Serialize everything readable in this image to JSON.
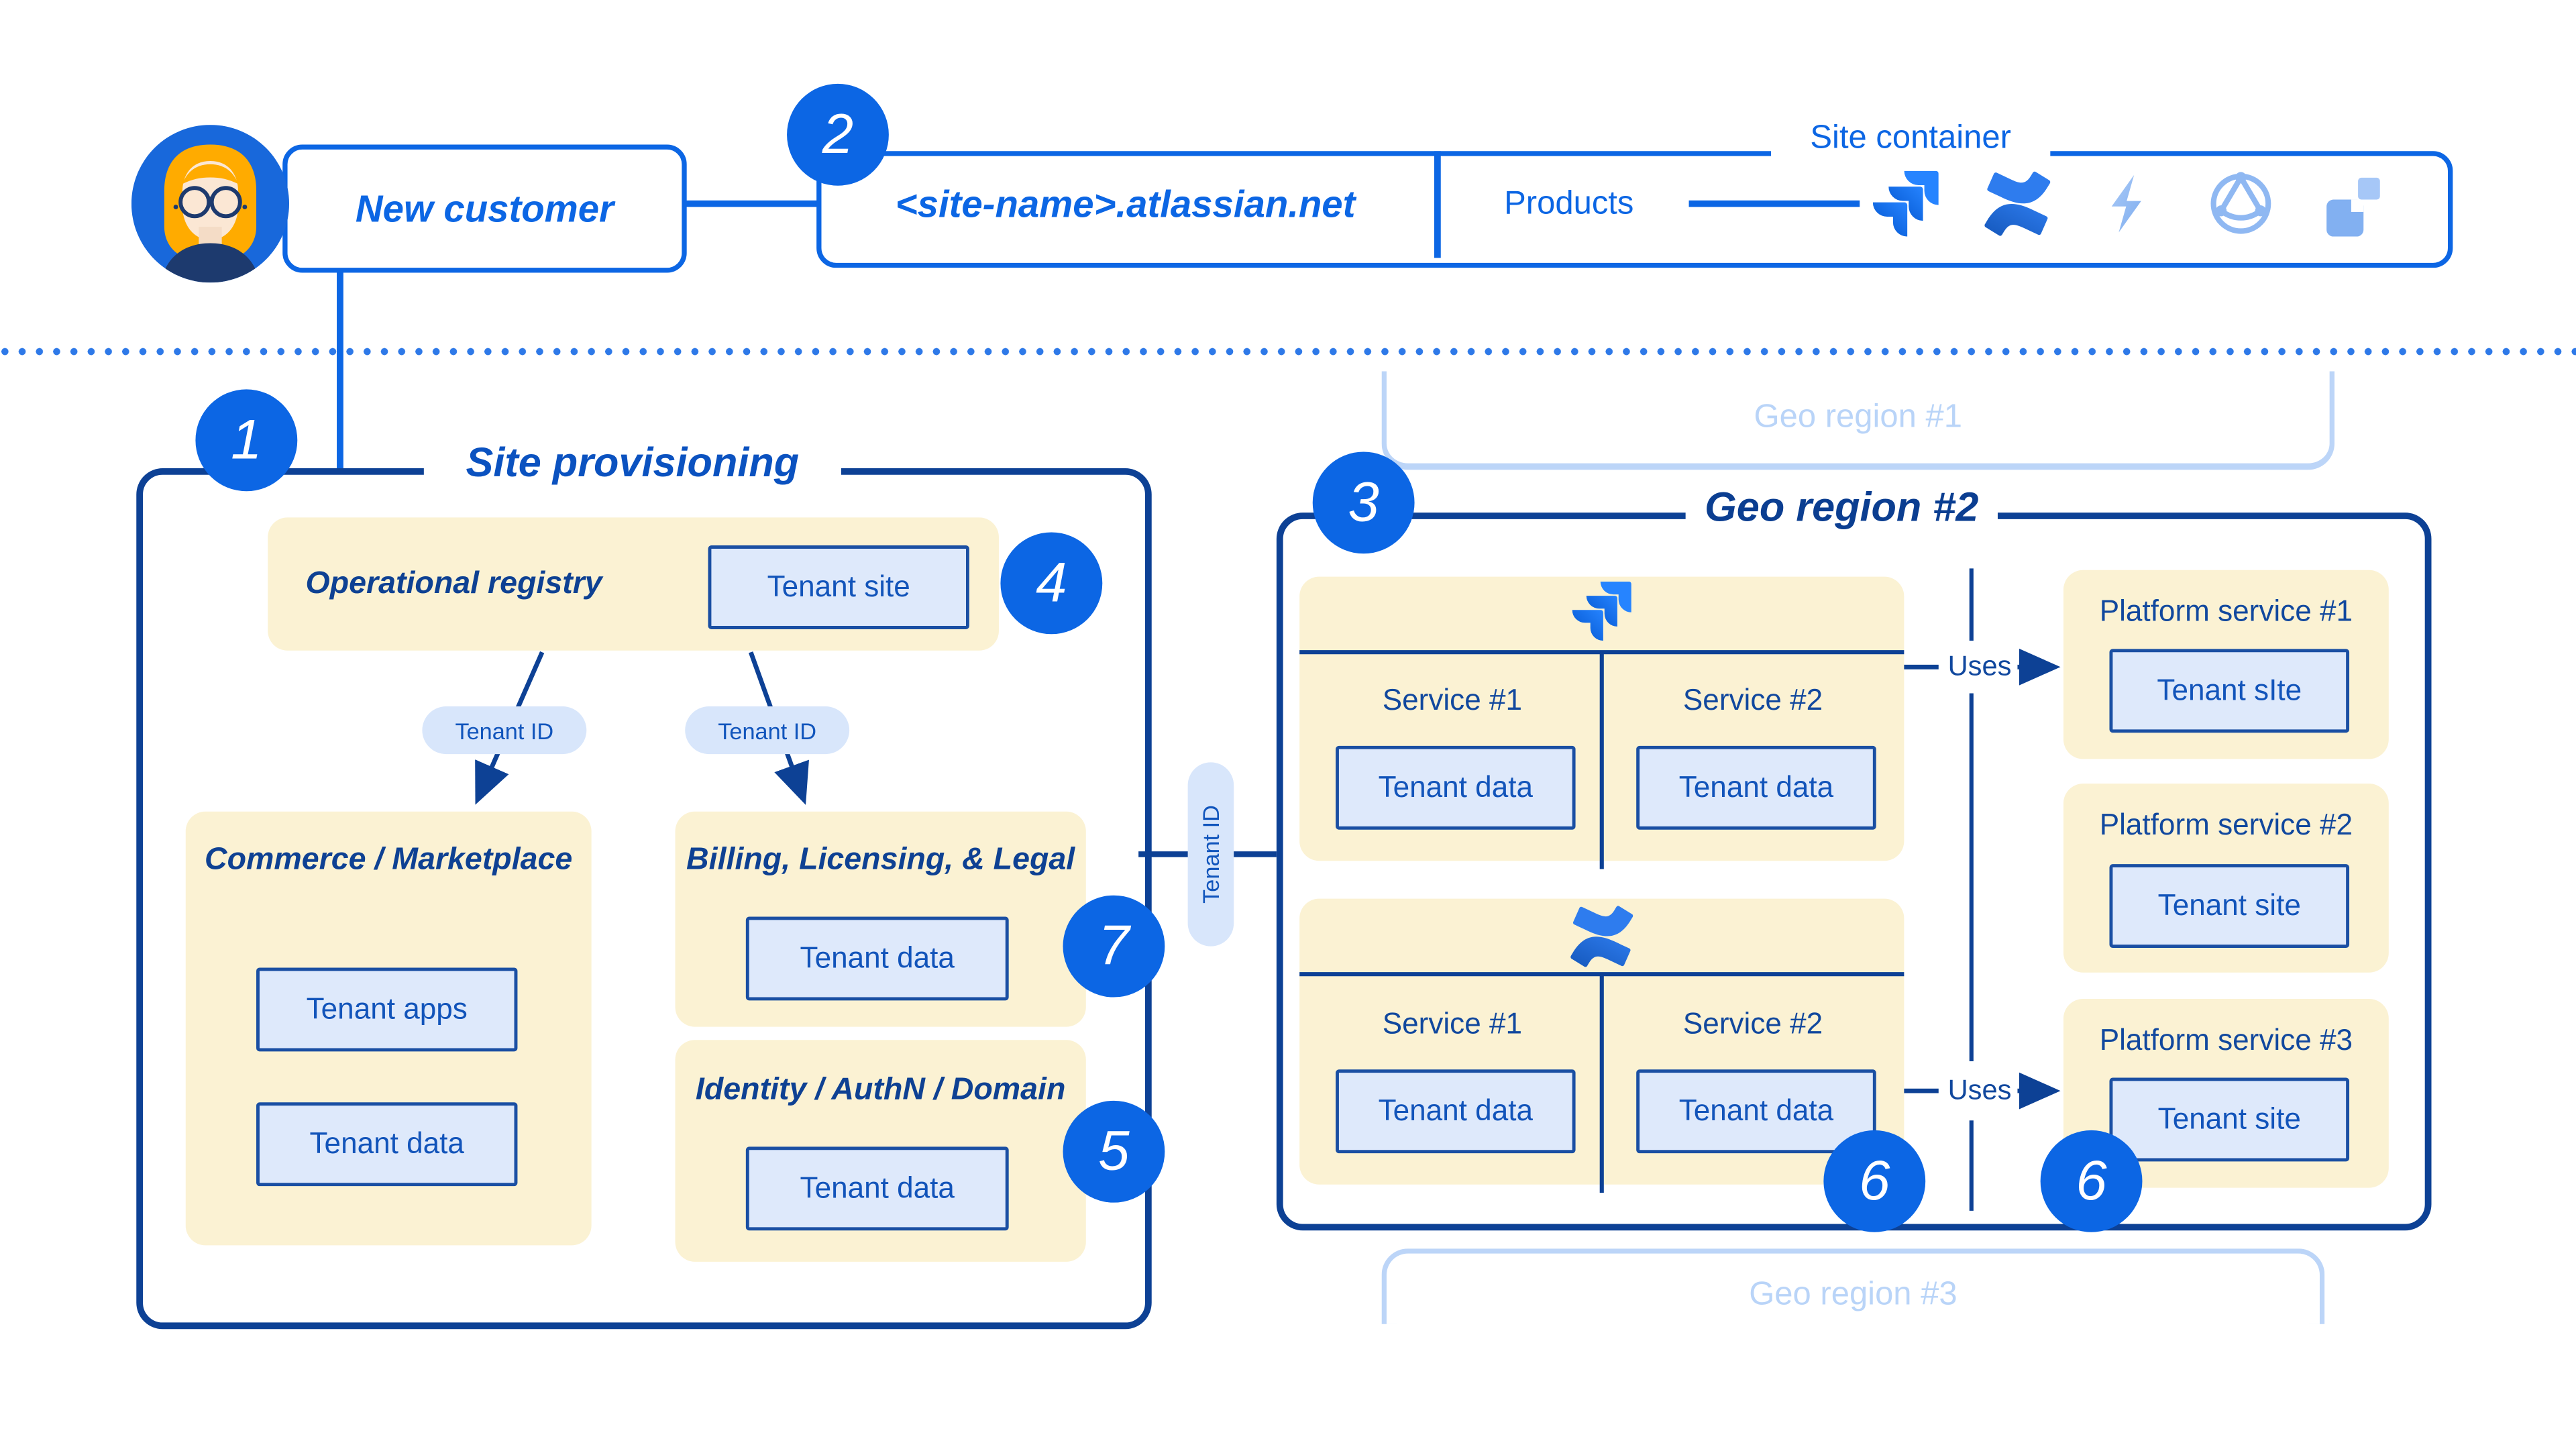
{
  "colors": {
    "accent_bright_blue": "#0C66E4",
    "navy_border": "#0D4195",
    "title_navy": "#0B3E91",
    "label_blue": "#1254BA",
    "panel_yellow": "#FBF2D3",
    "chip_blue_fill": "#DEE9FB",
    "faded_blue": "#BCD5F8",
    "badge_blue": "#0C66E4"
  },
  "header": {
    "new_customer_label": "New customer",
    "step2_badge": "2",
    "site_name": "<site-name>.atlassian.net",
    "site_container_label": "Site container",
    "products_label": "Products",
    "product_icons": [
      "jira-icon",
      "confluence-icon",
      "lightning-icon",
      "globe-icon",
      "squares-icon"
    ]
  },
  "site_provisioning": {
    "step_badge": "1",
    "title": "Site provisioning",
    "operational_registry": {
      "title": "Operational registry",
      "tenant_site_label": "Tenant site",
      "step_badge": "4"
    },
    "tenant_id_pill_left": "Tenant ID",
    "tenant_id_pill_right": "Tenant ID",
    "commerce": {
      "title": "Commerce / Marketplace",
      "tenant_apps_label": "Tenant apps",
      "tenant_data_label": "Tenant data"
    },
    "billing": {
      "title": "Billing, Licensing, & Legal",
      "tenant_data_label": "Tenant data",
      "step_badge": "7"
    },
    "identity": {
      "title": "Identity / AuthN / Domain",
      "tenant_data_label": "Tenant data",
      "step_badge": "5"
    }
  },
  "link": {
    "tenant_id_pill": "Tenant ID"
  },
  "geo_region_1": {
    "title": "Geo region #1"
  },
  "geo_region_2": {
    "step_badge": "3",
    "title": "Geo region #2",
    "jira_group": {
      "icon": "jira-icon",
      "service1_label": "Service #1",
      "service2_label": "Service #2",
      "tenant_data_1": "Tenant data",
      "tenant_data_2": "Tenant data"
    },
    "confluence_group": {
      "icon": "confluence-icon",
      "service1_label": "Service #1",
      "service2_label": "Service #2",
      "tenant_data_1": "Tenant data",
      "tenant_data_2": "Tenant data",
      "step_badge": "6"
    },
    "uses_label_1": "Uses",
    "uses_label_2": "Uses",
    "platform_service_1": {
      "title": "Platform service #1",
      "box_label": "Tenant sIte"
    },
    "platform_service_2": {
      "title": "Platform service #2",
      "box_label": "Tenant site"
    },
    "platform_service_3": {
      "title": "Platform service #3",
      "box_label": "Tenant site",
      "step_badge": "6"
    }
  },
  "geo_region_3": {
    "title": "Geo region #3"
  }
}
